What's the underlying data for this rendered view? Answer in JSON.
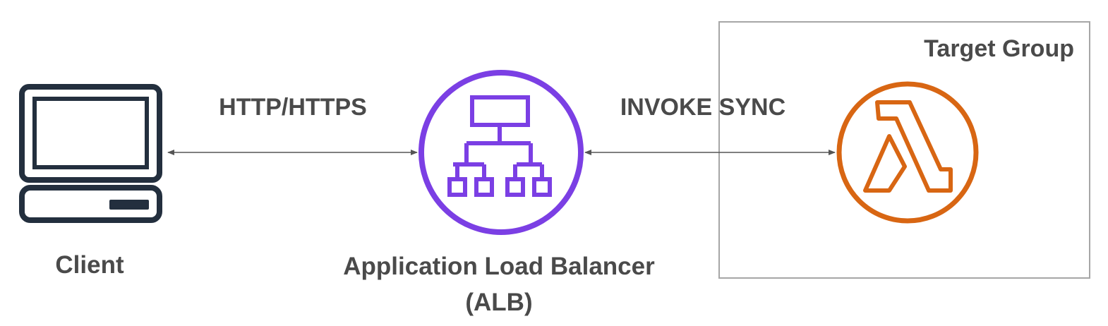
{
  "colors": {
    "text": "#4a4a4a",
    "client_icon": "#232f3e",
    "alb_icon": "#7b3fe4",
    "lambda_icon": "#d86613",
    "arrow": "#555555",
    "group_border": "#a6a6a6"
  },
  "nodes": {
    "client": {
      "label": "Client",
      "icon": "laptop-icon"
    },
    "alb": {
      "label_line1": "Application Load Balancer",
      "label_line2": "(ALB)",
      "icon": "load-balancer-icon"
    },
    "lambda": {
      "icon": "lambda-icon"
    }
  },
  "edges": [
    {
      "from": "client",
      "to": "alb",
      "label": "HTTP/HTTPS",
      "bidirectional": true
    },
    {
      "from": "alb",
      "to": "lambda",
      "label": "INVOKE SYNC",
      "bidirectional": true
    }
  ],
  "groups": {
    "target_group": {
      "label": "Target Group"
    }
  }
}
